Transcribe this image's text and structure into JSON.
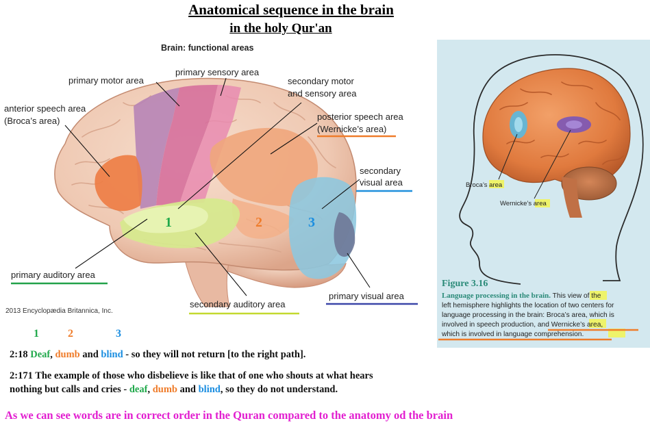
{
  "title": "Anatomical sequence in the brain",
  "subtitle": "in the holy Qur'an",
  "diagram": {
    "heading": "Brain: functional areas",
    "labels": {
      "primary_motor": "primary motor area",
      "primary_sensory": "primary sensory area",
      "secondary_motor_1": "secondary motor",
      "secondary_motor_2": "and sensory area",
      "anterior_1": "anterior speech area",
      "anterior_2": "(Broca’s area)",
      "posterior_1": "posterior speech area",
      "posterior_2": "(Wernicke’s area)",
      "secondary_visual_1": "secondary",
      "secondary_visual_2": "visual area",
      "primary_auditory": "primary auditory area",
      "primary_visual": "primary visual area",
      "secondary_auditory": "secondary auditory area"
    },
    "markers": {
      "one": "1",
      "two": "2",
      "three": "3"
    },
    "copyright": "2013 Encyclopædia Britannica, Inc."
  },
  "figure": {
    "label_broca": "Broca’s ",
    "label_broca_hl": "area",
    "label_wernicke": "Wernicke’s ",
    "label_wernicke_hl": "area",
    "number": "Figure 3.16",
    "caption_bold": "Language processing in the brain.",
    "caption_l1": " This view of the",
    "caption_l2": "left hemisphere highlights the location of two centers for",
    "caption_l3_a": "language processing in the brain: Broca’s ",
    "caption_l3_hl": "area",
    "caption_l3_b": ", which is",
    "caption_l4_a": "involved in speech production, and Wernicke’s ",
    "caption_l4_hl": "area",
    "caption_l4_b": ",",
    "caption_l5": "which is involved in language comprehension."
  },
  "legend": {
    "n1": "1",
    "n2": "2",
    "n3": "3"
  },
  "verse1": {
    "ref": "2:18 ",
    "w1": "Deaf",
    "s1": ", ",
    "w2": "dumb",
    "s2": " and ",
    "w3": "blind",
    "rest": " - so they will not return [to the right path]."
  },
  "verse2": {
    "line1": "2:171 The example of those who disbelieve is like that of one who shouts at what hears",
    "pre": "nothing but calls and cries  - ",
    "w1": "deaf",
    "s1": ", ",
    "w2": "dumb",
    "s2": " and ",
    "w3": "blind",
    "rest": ", so they do not understand."
  },
  "conclusion": "As we can see words are in correct order in the Quran compared to the anatomy od the brain",
  "colors": {
    "green": "#1fa84a",
    "orange": "#ef7c2a",
    "blue": "#1a8de0",
    "magenta": "#e21fd0",
    "underline_green": "#22a24a",
    "underline_orange": "#ef7c2a",
    "underline_blue": "#1f8fdc",
    "underline_navy": "#3b46a8",
    "underline_lime": "#c3d92f",
    "fig_teal": "#2a8a78",
    "panel_bg": "#d3e8ef"
  }
}
